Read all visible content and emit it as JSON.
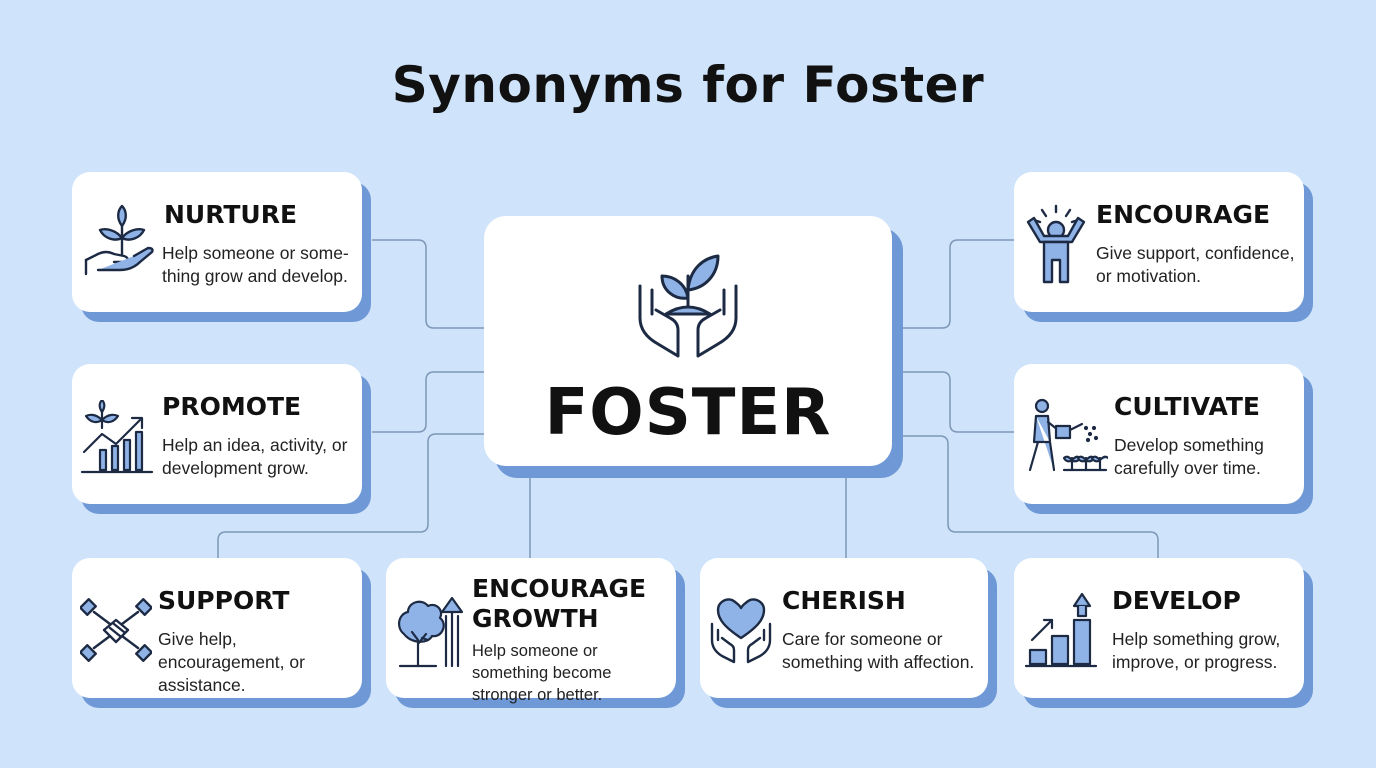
{
  "title": "Synonyms for Foster",
  "center": {
    "word": "FOSTER",
    "icon": "hands-seedling-icon"
  },
  "synonyms": [
    {
      "word": "NURTURE",
      "description": "Help someone or some-thing grow and develop.",
      "icon": "hand-plant-icon"
    },
    {
      "word": "PROMOTE",
      "description": "Help an idea, activity, or development grow.",
      "icon": "growth-chart-plant-icon"
    },
    {
      "word": "SUPPORT",
      "description": "Give help, encouragement, or assistance.",
      "icon": "joined-hands-icon"
    },
    {
      "word": "ENCOURAGE GROWTH",
      "description": "Help someone or something become stronger or better.",
      "icon": "tree-arrow-up-icon"
    },
    {
      "word": "CHERISH",
      "description": "Care for someone or something with affection.",
      "icon": "hands-heart-icon"
    },
    {
      "word": "DEVELOP",
      "description": "Help something grow, improve, or progress.",
      "icon": "bar-chart-arrow-icon"
    },
    {
      "word": "CULTIVATE",
      "description": "Develop something carefully over time.",
      "icon": "person-watering-plants-icon"
    },
    {
      "word": "ENCOURAGE",
      "description": "Give support, confidence, or motivation.",
      "icon": "cheering-person-icon"
    }
  ],
  "colors": {
    "background": "#cfe4fb",
    "card": "#ffffff",
    "shadow": "#6f98d6",
    "icon_fill": "#8fb3e6",
    "icon_stroke": "#1d2a44",
    "connector": "#7d97b8"
  }
}
